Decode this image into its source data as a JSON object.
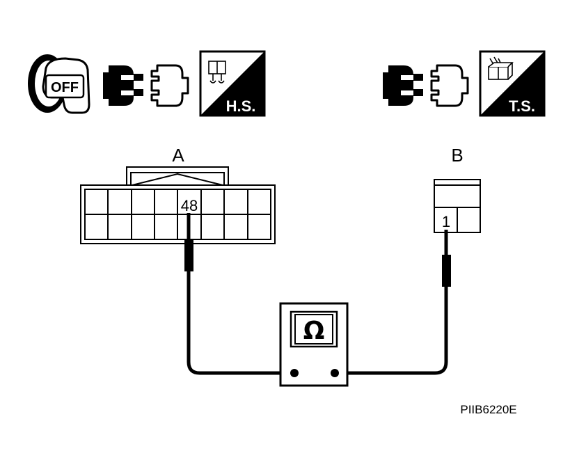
{
  "icons": {
    "ignition": {
      "icon": "ignition-key-icon",
      "text": "OFF"
    },
    "disconnect_left": {
      "icon": "connector-disconnect-icon"
    },
    "harness_side": {
      "icon": "harness-side-icon",
      "text": "H.S."
    },
    "disconnect_right": {
      "icon": "connector-disconnect-icon"
    },
    "terminal_side": {
      "icon": "terminal-side-icon",
      "text": "T.S."
    }
  },
  "connectors": {
    "a": {
      "label": "A",
      "pin": "48"
    },
    "b": {
      "label": "B",
      "pin": "1"
    }
  },
  "meter": {
    "symbol": "Ω",
    "icon": "ohmmeter-icon"
  },
  "figure_id": "PIIB6220E",
  "colors": {
    "ink": "#000000",
    "paper": "#ffffff"
  }
}
